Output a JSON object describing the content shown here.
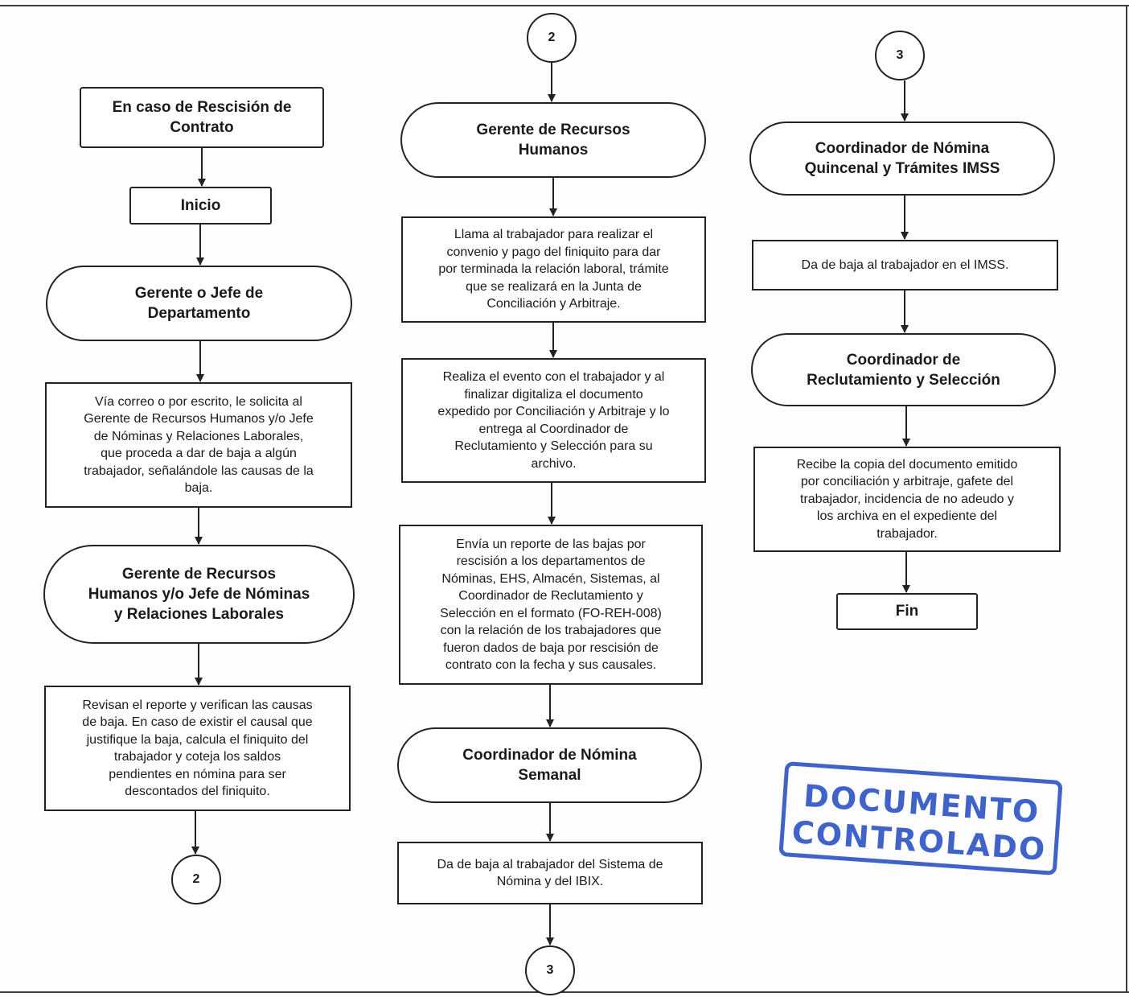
{
  "column1": {
    "header": "En caso de Rescisión de\nContrato",
    "start": "Inicio",
    "role1": "Gerente o Jefe de\nDepartamento",
    "step1": "Vía correo o por escrito, le solicita al\nGerente de Recursos Humanos y/o Jefe\nde Nóminas y Relaciones Laborales,\nque proceda a dar de baja a algún\ntrabajador, señalándole las causas de la\nbaja.",
    "role2": "Gerente de Recursos\nHumanos y/o Jefe de Nóminas\ny Relaciones Laborales",
    "step2": "Revisan el reporte y verifican las causas\nde baja. En caso de existir el causal que\njustifique la baja, calcula el finiquito del\ntrabajador y coteja los saldos\npendientes en nómina para ser\ndescontados del finiquito.",
    "connector_out": "2"
  },
  "column2": {
    "connector_in": "2",
    "role1": "Gerente de Recursos\nHumanos",
    "step1": "Llama al trabajador para realizar el\nconvenio y pago del finiquito para dar\npor terminada la relación laboral, trámite\nque se realizará en la Junta de\nConciliación y Arbitraje.",
    "step2": "Realiza el evento con el trabajador y al\nfinalizar digitaliza el documento\nexpedido por Conciliación y Arbitraje y lo\nentrega al Coordinador de\nReclutamiento y Selección para su\narchivo.",
    "step3": "Envía un reporte de las bajas por\nrescisión a los departamentos de\nNóminas, EHS, Almacén, Sistemas, al\nCoordinador de Reclutamiento y\nSelección en el  formato (FO-REH-008)\ncon la relación de los trabajadores que\nfueron dados de baja por rescisión de\ncontrato con la fecha y sus causales.",
    "role2": "Coordinador de Nómina\nSemanal",
    "step4": "Da de baja al trabajador del Sistema de\nNómina y del IBIX.",
    "connector_out": "3"
  },
  "column3": {
    "connector_in": "3",
    "role1": "Coordinador de Nómina\nQuincenal y Trámites IMSS",
    "step1": "Da de baja al trabajador en el IMSS.",
    "role2": "Coordinador de\nReclutamiento y Selección",
    "step2": "Recibe la copia del documento emitido\npor conciliación y arbitraje, gafete del\ntrabajador, incidencia de no adeudo y\nlos archiva en el expediente del\ntrabajador.",
    "end": "Fin"
  },
  "stamp": {
    "line1": "DOCUMENTO",
    "line2": "CONTROLADO",
    "color": "#2f56c4"
  }
}
